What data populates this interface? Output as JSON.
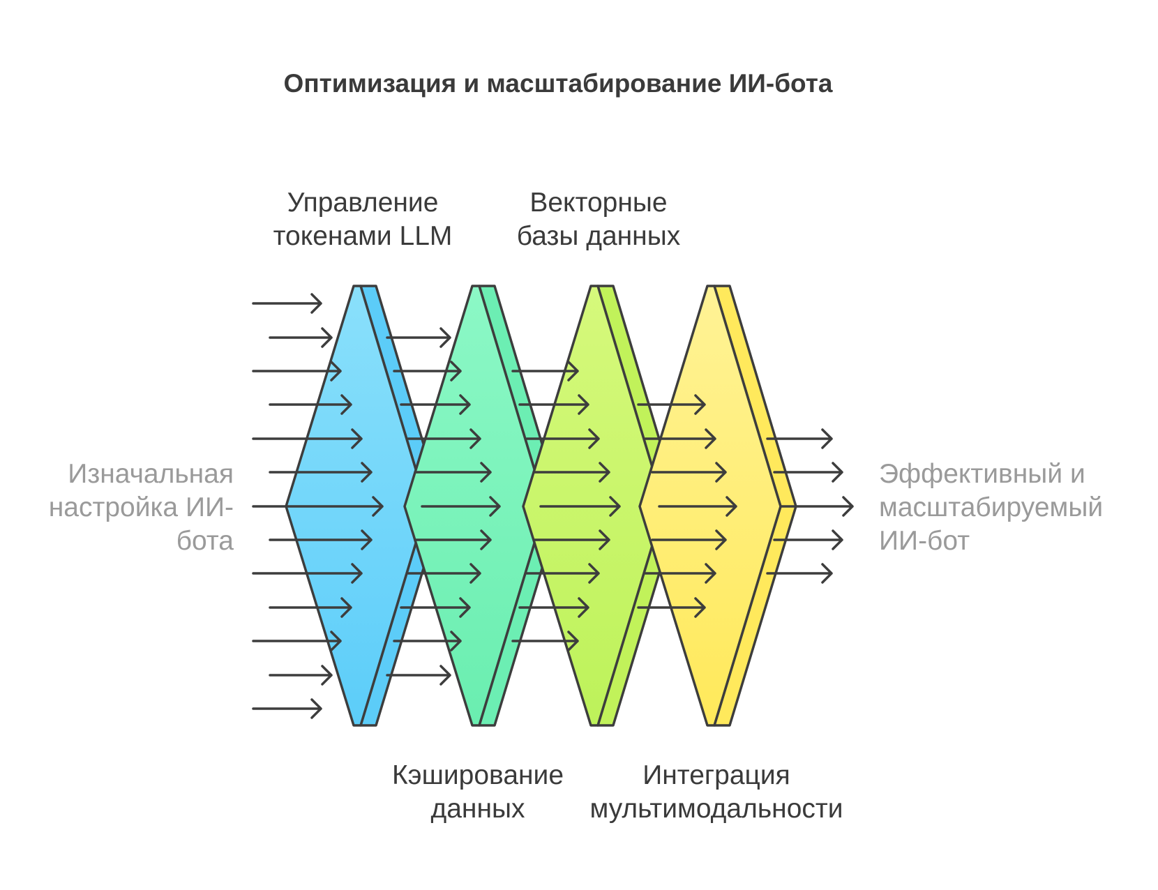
{
  "title": "Оптимизация и масштабирование ИИ-бота",
  "input_label": [
    "Изначальная",
    "настройка ИИ-",
    "бота"
  ],
  "output_label": [
    "Эффективный и",
    "масштабируемый",
    "ИИ-бот"
  ],
  "stages": [
    {
      "label": [
        "Управление",
        "токенами LLM"
      ],
      "label_position": "top",
      "color": "#7fd8fb",
      "color_dark": "#5cccf8"
    },
    {
      "label": [
        "Кэширование",
        "данных"
      ],
      "label_position": "bottom",
      "color": "#85f5c1",
      "color_dark": "#6ceeb3"
    },
    {
      "label": [
        "Векторные",
        "базы данных"
      ],
      "label_position": "top",
      "color": "#cff76e",
      "color_dark": "#c1f25a"
    },
    {
      "label": [
        "Интеграция",
        "мультимодальности"
      ],
      "label_position": "bottom",
      "color": "#fff180",
      "color_dark": "#ffe95c"
    }
  ],
  "icons": {
    "flow": "arrow-right-icon"
  }
}
